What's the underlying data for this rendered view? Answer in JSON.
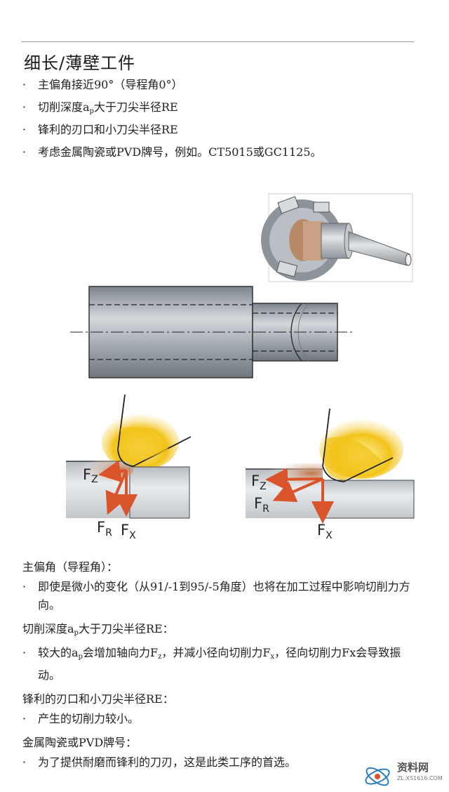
{
  "title": "细长/薄壁工件",
  "bullets": [
    {
      "pre": "主偏角接近90°（导程角0°）"
    },
    {
      "pre": "切削深度a",
      "sub": "p",
      "post": "大于刀尖半径RE"
    },
    {
      "pre": "锋利的刃口和小刀尖半径RE"
    },
    {
      "pre": "考虑金属陶瓷或PVD牌号，例如。CT5015或GC1125。"
    }
  ],
  "force_labels": {
    "fz_main": "F",
    "fz_sub": "Z",
    "fr_main": "F",
    "fr_sub": "R",
    "fx_main": "F",
    "fx_sub": "X"
  },
  "sections": [
    {
      "heading_pre": "主偏角（导程角）：",
      "item": "即使是微小的变化（从91/-1到95/-5角度）也将在加工过程中影响切削力方向。"
    },
    {
      "heading_pre": "切削深度a",
      "heading_sub": "p",
      "heading_post": "大于刀尖半径RE：",
      "item_pre": "较大的a",
      "item_sub1": "p",
      "item_mid1": "会增加轴向力F",
      "item_sub2": "z",
      "item_mid2": "，并减小径向切削力F",
      "item_sub3": "x",
      "item_post": "，径向切削力Fx会导致振动。"
    },
    {
      "heading_pre": "锋利的刃口和小刀尖半径RE：",
      "item": "产生的切削力较小。"
    },
    {
      "heading_pre": "金属陶瓷或PVD牌号：",
      "item": "为了提供耐磨而锋利的刀刃，这是此类工序的首选。"
    }
  ],
  "watermark": {
    "name": "资料网",
    "url": "ZL.XS1616.COM"
  },
  "colors": {
    "arrow": "#d9532b",
    "insert": "#f2c318",
    "steel": "#9aa2aa",
    "chip": "#c8885a"
  }
}
